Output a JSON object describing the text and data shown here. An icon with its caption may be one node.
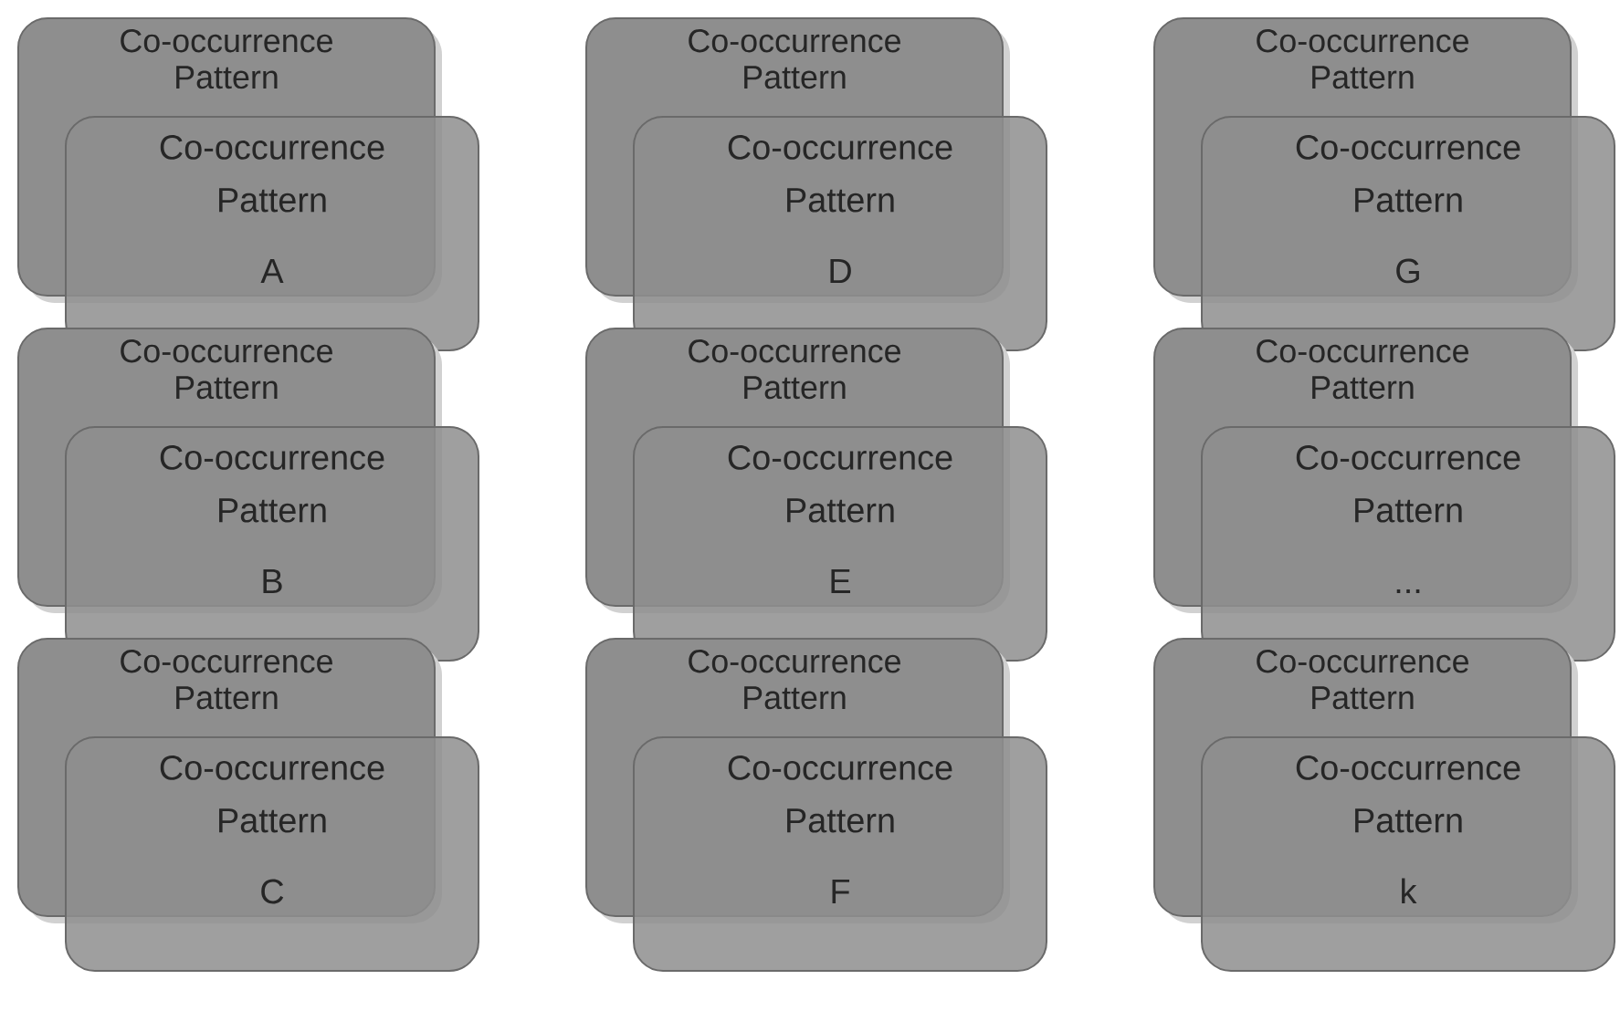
{
  "diagram": {
    "nodes": [
      {
        "text": [
          "Co-occurrence Pattern"
        ]
      },
      {
        "text": [
          "Co-occurrence Pattern",
          "A"
        ]
      },
      {
        "text": [
          "Co-occurrence Pattern"
        ]
      },
      {
        "text": [
          "Co-occurrence Pattern",
          "B"
        ]
      },
      {
        "text": [
          "Co-occurrence Pattern"
        ]
      },
      {
        "text": [
          "Co-occurrence Pattern",
          "C"
        ]
      },
      {
        "text": [
          "Co-occurrence Pattern"
        ]
      },
      {
        "text": [
          "Co-occurrence Pattern",
          "D"
        ]
      },
      {
        "text": [
          "Co-occurrence Pattern"
        ]
      },
      {
        "text": [
          "Co-occurrence Pattern",
          "E"
        ]
      },
      {
        "text": [
          "Co-occurrence Pattern"
        ]
      },
      {
        "text": [
          "Co-occurrence Pattern",
          "F"
        ]
      },
      {
        "text": [
          "Co-occurrence Pattern"
        ]
      },
      {
        "text": [
          "Co-occurrence Pattern",
          "G"
        ]
      },
      {
        "text": [
          "Co-occurrence Pattern"
        ]
      },
      {
        "text": [
          "Co-occurrence Pattern",
          "..."
        ]
      },
      {
        "text": [
          "Co-occurrence Pattern"
        ]
      },
      {
        "text": [
          "Co-occurrence Pattern",
          "k"
        ]
      }
    ]
  }
}
